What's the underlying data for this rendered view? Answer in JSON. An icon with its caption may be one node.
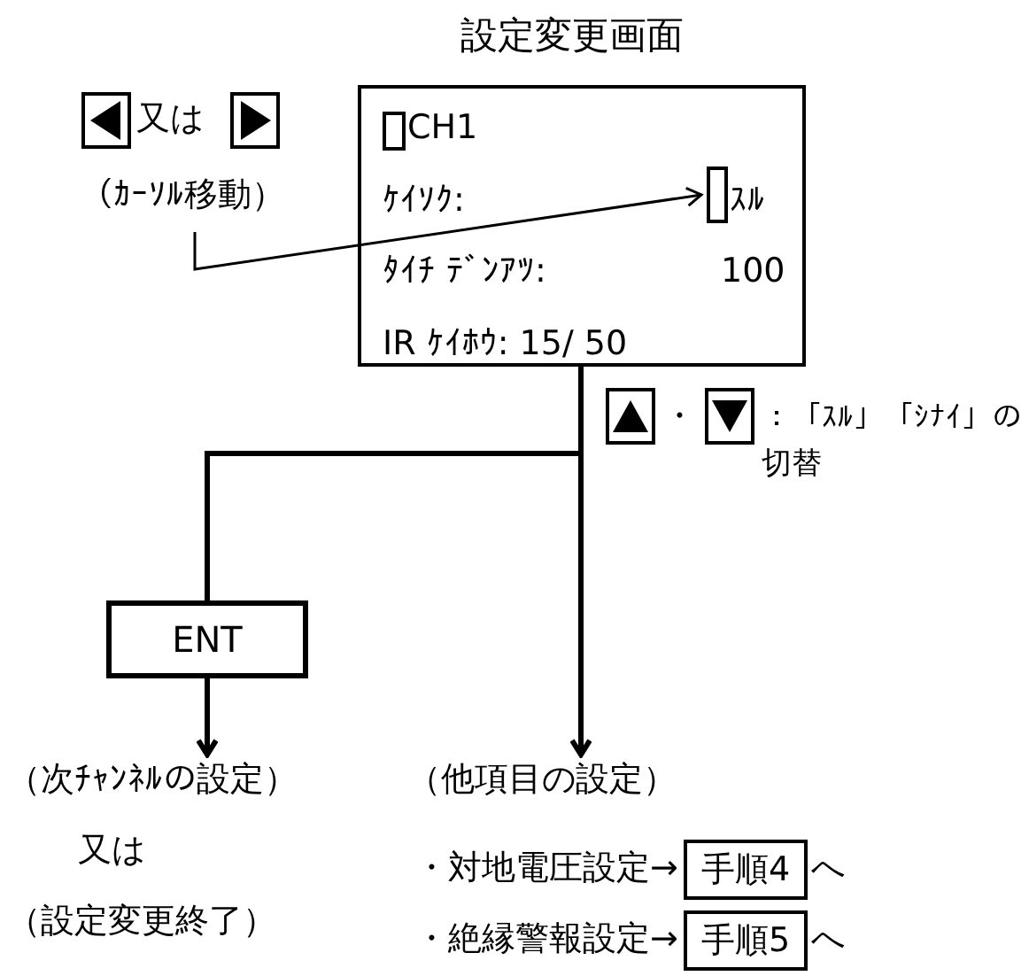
{
  "diagram": {
    "nodes": [
      {
        "text": [
          "設定変更画面",
          "CH1",
          "ｹｲｿｸ:",
          "ｽﾙ",
          "ﾀｲﾁ ﾃﾞﾝｱﾂ:",
          "100",
          "IR ｹｲﾎｳ: 15/ 50"
        ]
      },
      {
        "text": [],
        "shape": "box",
        "in": 0
      },
      {
        "text": [],
        "shape": "box",
        "in": 0
      },
      {
        "text": [
          "（ｶｰｿﾙ移動）"
        ]
      },
      {
        "text": [
          "ENT"
        ]
      },
      {
        "text": [
          "（次ﾁｬﾝﾈﾙの設定）",
          "又は",
          "（設定変更終了）"
        ]
      },
      {
        "text": [
          "（他項目の設定）"
        ]
      },
      {
        "text": [
          "手順4"
        ]
      },
      {
        "text": [
          "手順5"
        ]
      }
    ],
    "edges": [
      {
        "from": 3,
        "to": 2,
        "arrow": "to"
      },
      {
        "from": 0,
        "to": 4,
        "arrow": "none"
      },
      {
        "from": 4,
        "to": 5,
        "arrow": "to"
      },
      {
        "from": 0,
        "to": 6,
        "arrow": "to"
      }
    ],
    "labels": [
      "又は",
      "・",
      "：「ｽﾙ」「ｼﾅｲ」の切替",
      "・対地電圧設定→",
      "へ",
      "・絶縁警報設定→",
      "へ"
    ]
  }
}
